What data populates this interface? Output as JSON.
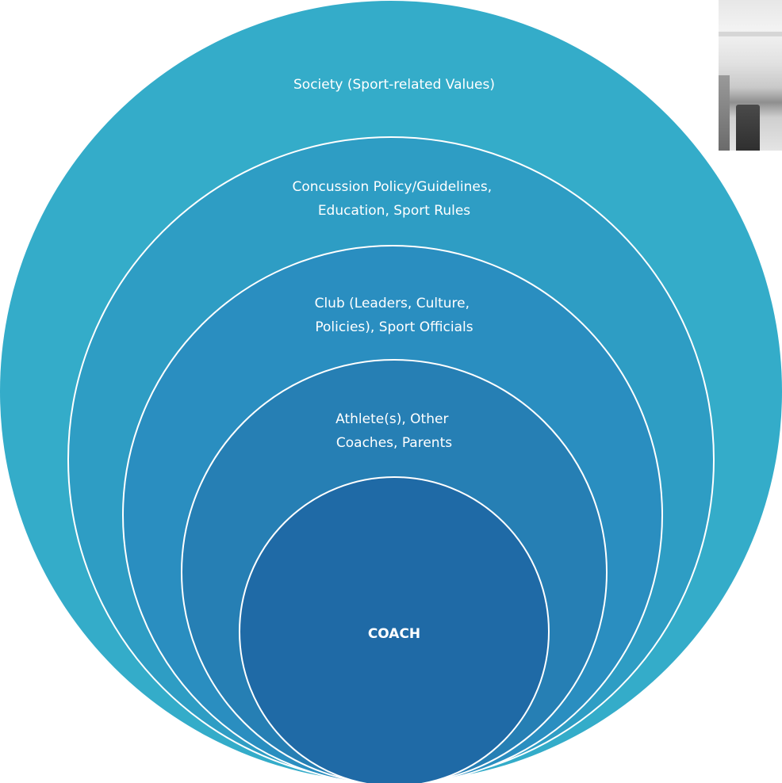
{
  "diagram": {
    "levels": [
      {
        "label_lines": [
          "Society (Sport-related Values)"
        ],
        "color": "#34acc9"
      },
      {
        "label_lines": [
          "Concussion Policy/Guidelines,",
          "Education, Sport Rules"
        ],
        "color": "#2e9dc4"
      },
      {
        "label_lines": [
          "Club (Leaders, Culture,",
          "Policies), Sport Officials"
        ],
        "color": "#2a8ec0"
      },
      {
        "label_lines": [
          "Athlete(s), Other",
          "Coaches, Parents"
        ],
        "color": "#267fb4"
      },
      {
        "label_lines": [
          "COACH"
        ],
        "color": "#1f6aa6"
      }
    ],
    "ring_stroke_color": "#ffffff",
    "photo_icon": "grayscale-photo-thumbnail"
  }
}
